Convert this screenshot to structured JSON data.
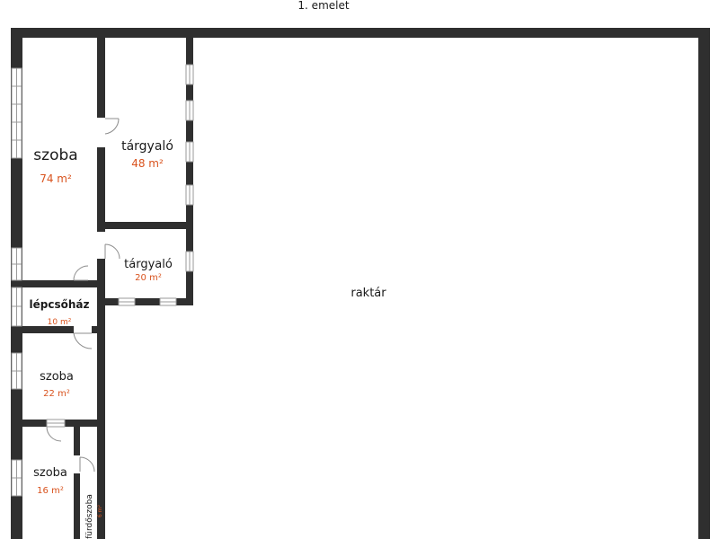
{
  "floor_title": "1. emelet",
  "rooms": {
    "szoba_large": {
      "name": "szoba",
      "area": "74 m²"
    },
    "targyalo_upper": {
      "name": "tárgyaló",
      "area": "48 m²"
    },
    "targyalo_lower": {
      "name": "tárgyaló",
      "area": "20 m²"
    },
    "lepcsohaz": {
      "name": "lépcsőház",
      "area": "10 m²"
    },
    "szoba_mid": {
      "name": "szoba",
      "area": "22 m²"
    },
    "szoba_small": {
      "name": "szoba",
      "area": "16 m²"
    },
    "furdoszoba": {
      "name": "fürdőszoba",
      "area": "6 m²"
    },
    "raktar": {
      "name": "raktár"
    }
  },
  "colors": {
    "wall": "#2f2f2f",
    "area_text": "#d9531e",
    "label_text": "#1a1a1a"
  }
}
